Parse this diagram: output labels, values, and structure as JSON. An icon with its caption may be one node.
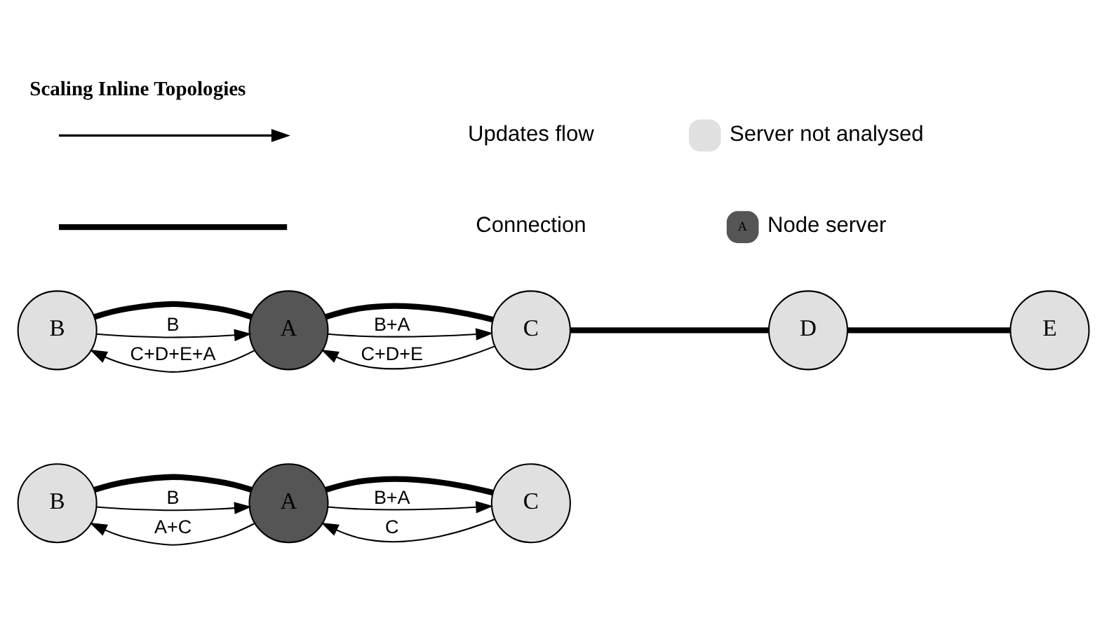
{
  "diagram": {
    "title": "Scaling Inline Topologies",
    "nodes": [
      {
        "text": [
          "B"
        ]
      },
      {
        "text": [
          "A"
        ]
      },
      {
        "text": [
          "C"
        ]
      },
      {
        "text": [
          "B"
        ]
      },
      {
        "text": [
          "A"
        ]
      },
      {
        "text": [
          "C"
        ]
      },
      {
        "text": [
          "D"
        ]
      },
      {
        "text": [
          "E"
        ]
      }
    ],
    "edges": [
      {
        "from": 0,
        "to": 1,
        "arrow": "none",
        "style": "thick"
      },
      {
        "from": 1,
        "to": 2,
        "arrow": "none",
        "style": "thick"
      },
      {
        "from": 0,
        "to": 1,
        "arrow": "to",
        "label": "B"
      },
      {
        "from": 1,
        "to": 2,
        "arrow": "to",
        "label": "B+A"
      },
      {
        "from": 1,
        "to": 0,
        "arrow": "to",
        "label": "A+C"
      },
      {
        "from": 2,
        "to": 1,
        "arrow": "to",
        "label": "C"
      },
      {
        "from": 3,
        "to": 4,
        "arrow": "none",
        "style": "thick"
      },
      {
        "from": 4,
        "to": 5,
        "arrow": "none",
        "style": "thick"
      },
      {
        "from": 5,
        "to": 6,
        "arrow": "none",
        "style": "thick"
      },
      {
        "from": 6,
        "to": 7,
        "arrow": "none",
        "style": "thick"
      },
      {
        "from": 3,
        "to": 4,
        "arrow": "to",
        "label": "B"
      },
      {
        "from": 4,
        "to": 5,
        "arrow": "to",
        "label": "B+A"
      },
      {
        "from": 4,
        "to": 3,
        "arrow": "to",
        "label": "C+D+E+A"
      },
      {
        "from": 5,
        "to": 4,
        "arrow": "to",
        "label": "C+D+E"
      }
    ],
    "labels": [
      "A"
    ],
    "legend": [
      {
        "text": "Connection"
      },
      {
        "text": "Updates flow"
      },
      {
        "text": "Node server",
        "color": "#555555"
      },
      {
        "text": "Server not analysed",
        "color": "#e0e0e0"
      }
    ]
  }
}
